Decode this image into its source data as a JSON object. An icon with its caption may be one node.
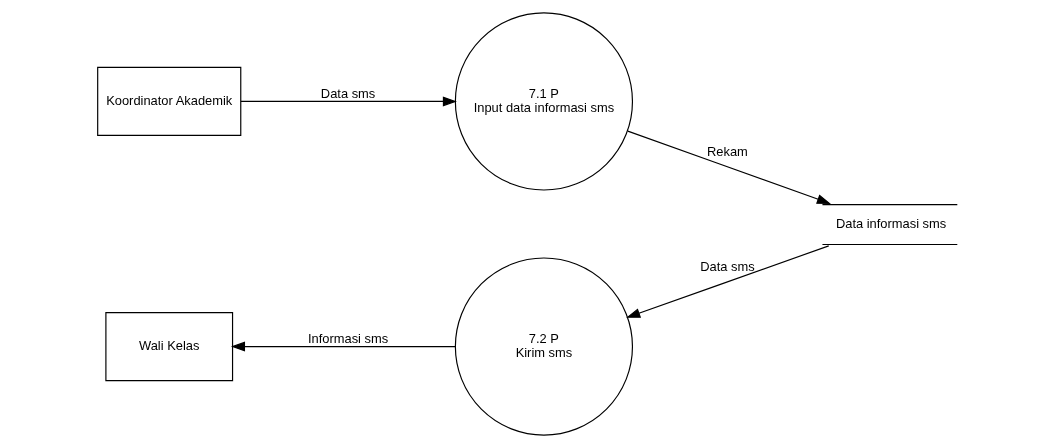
{
  "diagram": {
    "nodes": [
      {
        "text": [
          "Koordinator Akademik"
        ]
      },
      {
        "text": [
          "7.1 P",
          "Input data informasi sms"
        ]
      },
      {
        "text": [
          "Data informasi sms"
        ]
      },
      {
        "text": [
          "7.2 P",
          "Kirim sms"
        ]
      },
      {
        "text": [
          "Wali Kelas"
        ]
      }
    ],
    "edges": [
      {
        "from": 0,
        "to": 1,
        "arrow": "to",
        "label": "Data sms"
      },
      {
        "from": 1,
        "to": 2,
        "arrow": "to",
        "label": "Rekam"
      },
      {
        "from": 2,
        "to": 3,
        "arrow": "to",
        "label": "Data sms"
      },
      {
        "from": 3,
        "to": 4,
        "arrow": "to",
        "label": "Informasi sms"
      }
    ]
  }
}
